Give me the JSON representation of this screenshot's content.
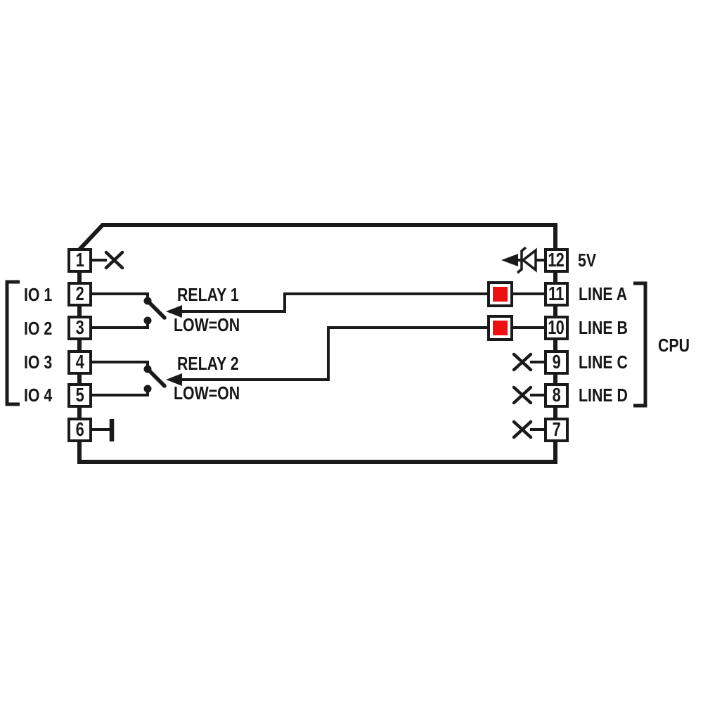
{
  "colors": {
    "ink": "#1a1a1a",
    "indicator_red": "#ee1010",
    "background": "#ffffff"
  },
  "chip": {
    "left_pins": [
      {
        "num": "1"
      },
      {
        "num": "2"
      },
      {
        "num": "3"
      },
      {
        "num": "4"
      },
      {
        "num": "5"
      },
      {
        "num": "6"
      }
    ],
    "right_pins": [
      {
        "num": "12",
        "label": "5V"
      },
      {
        "num": "11",
        "label": "LINE A"
      },
      {
        "num": "10",
        "label": "LINE B"
      },
      {
        "num": "9",
        "label": "LINE C"
      },
      {
        "num": "8",
        "label": "LINE D"
      },
      {
        "num": "7",
        "label": ""
      }
    ]
  },
  "io_group": {
    "labels": [
      "IO 1",
      "IO 2",
      "IO 3",
      "IO 4"
    ]
  },
  "relays": [
    {
      "name": "RELAY 1",
      "mode": "LOW=ON"
    },
    {
      "name": "RELAY 2",
      "mode": "LOW=ON"
    }
  ],
  "cpu": {
    "label": "CPU"
  },
  "symbols": {
    "no_connect": "x-cross",
    "relay_contact": "spst-switch",
    "pin12_device": "zener-diode-with-arrow",
    "pin11_pin10_device": "red-indicator-square",
    "pin6_device": "terminal-stub"
  }
}
